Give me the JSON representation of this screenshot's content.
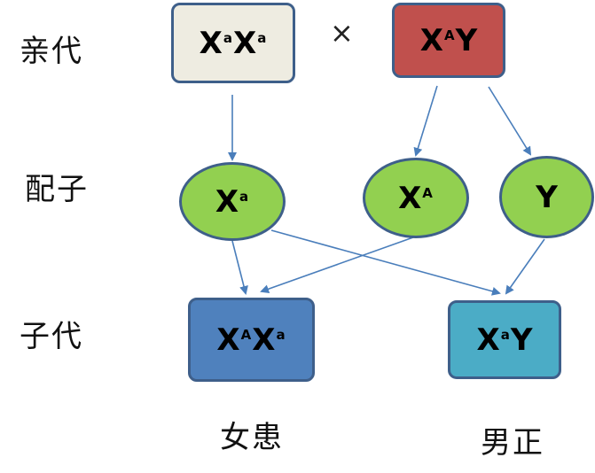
{
  "labels": {
    "parents": "亲代",
    "gametes": "配子",
    "offspring": "子代"
  },
  "cross_symbol": "×",
  "parents": {
    "female": {
      "base1": "X",
      "sup1": "a",
      "base2": "X",
      "sup2": "a",
      "fill": "#eeece1"
    },
    "male": {
      "base1": "X",
      "sup1": "A",
      "base2": "Y",
      "fill": "#c0504d"
    }
  },
  "gametes": {
    "g1": {
      "base": "X",
      "sup": "a"
    },
    "g2": {
      "base": "X",
      "sup": "A"
    },
    "g3": {
      "base": "Y"
    },
    "fill": "#92d050"
  },
  "offspring": {
    "daughter": {
      "base1": "X",
      "sup1": "A",
      "base2": "X",
      "sup2": "a",
      "caption": "女患",
      "fill": "#4f81bd"
    },
    "son": {
      "base1": "X",
      "sup1": "a",
      "base2": "Y",
      "caption": "男正",
      "fill": "#4bacc6"
    }
  },
  "colors": {
    "arrow": "#4a7ebb",
    "border": "#3e5f8a"
  }
}
